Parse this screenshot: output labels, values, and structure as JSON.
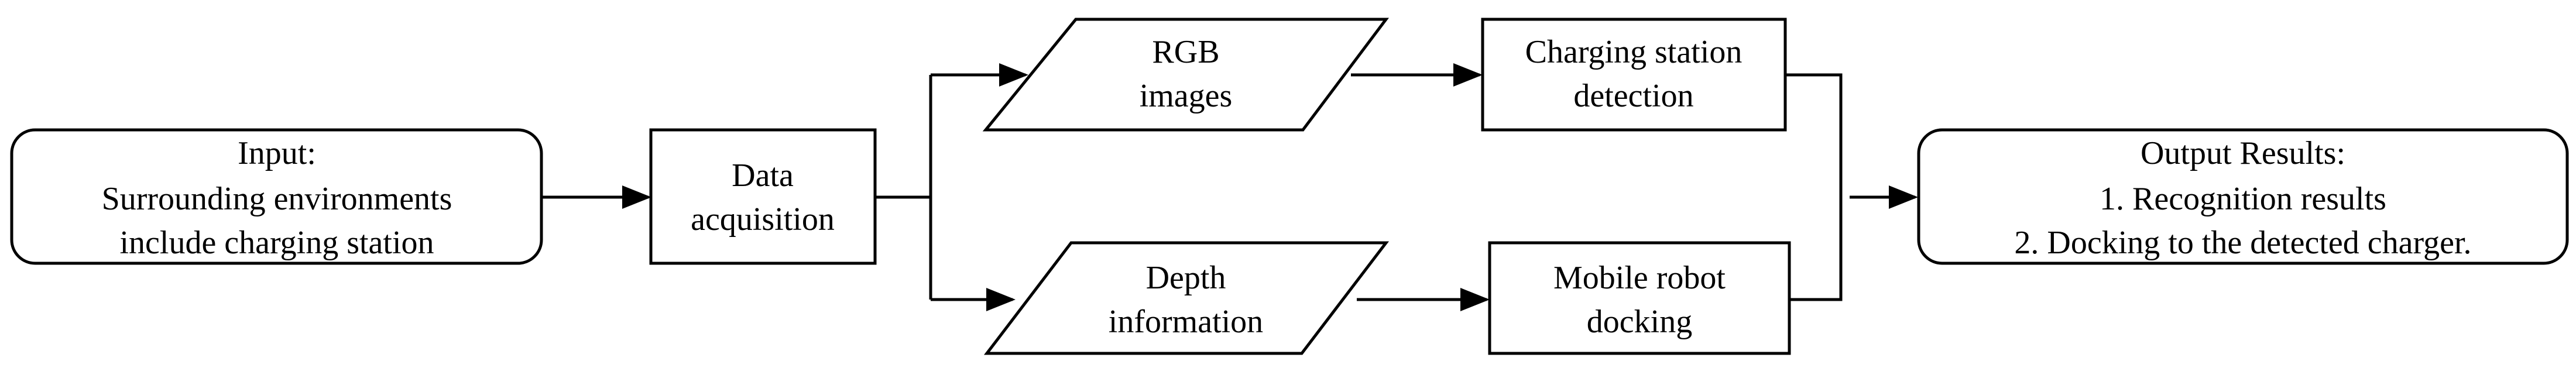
{
  "diagram": {
    "input": {
      "lines": [
        "Input:",
        "Surrounding environments",
        "include charging station"
      ]
    },
    "acquisition": {
      "lines": [
        "Data",
        "acquisition"
      ]
    },
    "rgb": {
      "lines": [
        "RGB",
        "images"
      ]
    },
    "depth": {
      "lines": [
        "Depth",
        "information"
      ]
    },
    "detection": {
      "lines": [
        "Charging station",
        "detection"
      ]
    },
    "docking": {
      "lines": [
        "Mobile robot",
        "docking"
      ]
    },
    "output": {
      "lines": [
        "Output Results:",
        "1. Recognition results",
        "2. Docking to the detected charger."
      ]
    }
  }
}
